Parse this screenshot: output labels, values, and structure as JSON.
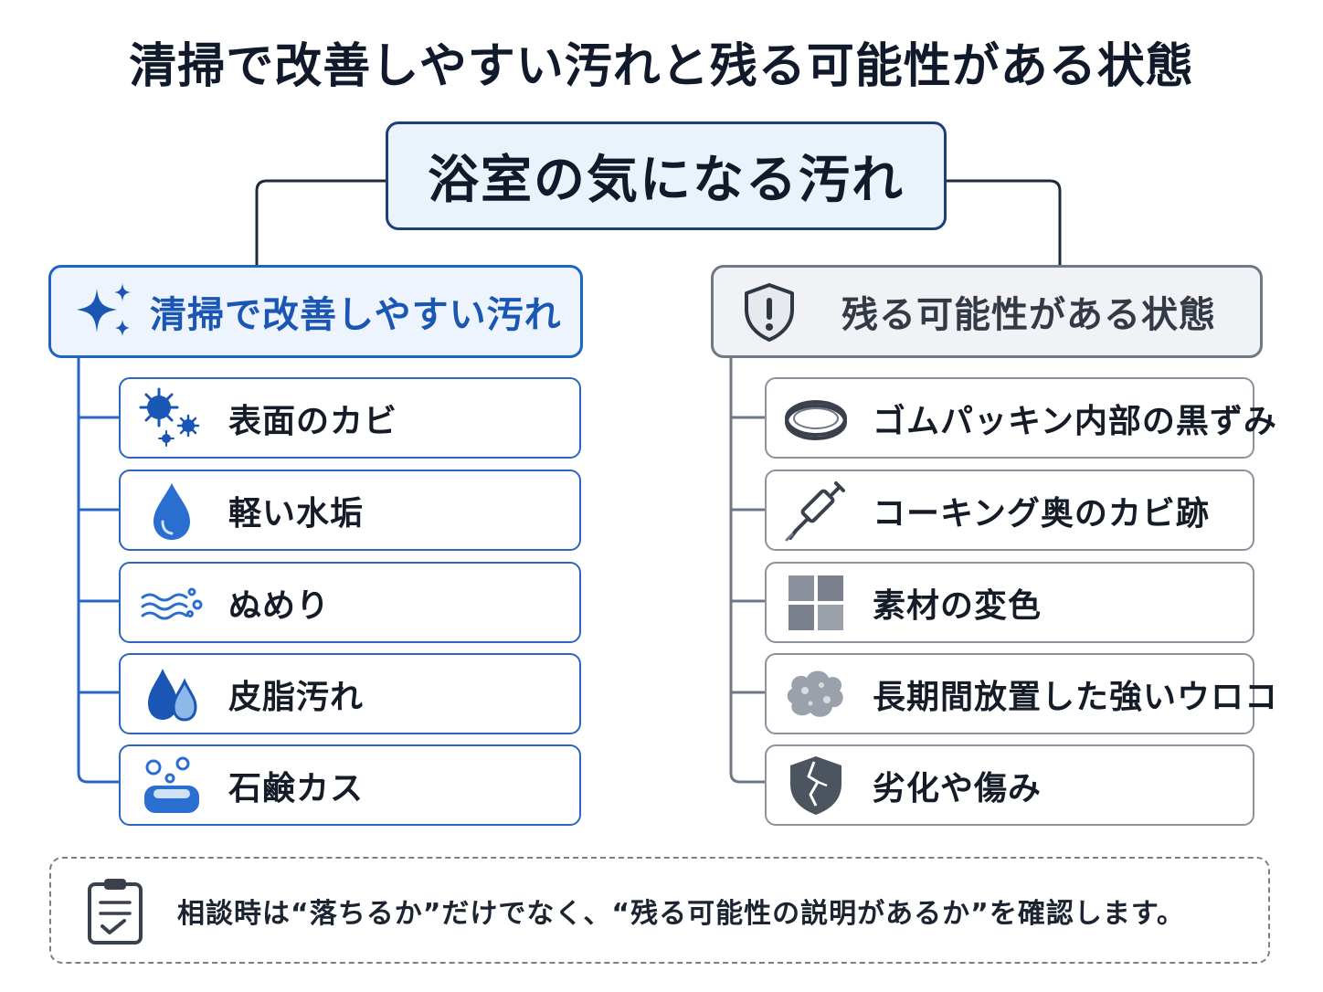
{
  "title": "清掃で改善しやすい汚れと残る可能性がある状態",
  "root": {
    "label": "浴室の気になる汚れ"
  },
  "left_category": {
    "label": "清掃で改善しやすい汚れ",
    "icon": "sparkle-icon",
    "color": "#1e63c6",
    "items": [
      {
        "label": "表面のカビ",
        "icon": "mold-spores-icon"
      },
      {
        "label": "軽い水垢",
        "icon": "water-drop-icon"
      },
      {
        "label": "ぬめり",
        "icon": "slime-waves-icon"
      },
      {
        "label": "皮脂汚れ",
        "icon": "oil-drops-icon"
      },
      {
        "label": "石鹸カス",
        "icon": "soap-bubbles-icon"
      }
    ]
  },
  "right_category": {
    "label": "残る可能性がある状態",
    "icon": "shield-alert-icon",
    "color": "#6f7886",
    "items": [
      {
        "label": "ゴムパッキン内部の黒ずみ",
        "icon": "rubber-ring-icon"
      },
      {
        "label": "コーキング奥のカビ跡",
        "icon": "caulking-gun-icon"
      },
      {
        "label": "素材の変色",
        "icon": "tiles-icon"
      },
      {
        "label": "長期間放置した強いウロコ",
        "icon": "scale-deposit-icon"
      },
      {
        "label": "劣化や傷み",
        "icon": "cracked-shield-icon"
      }
    ]
  },
  "note": {
    "text": "相談時は“落ちるか”だけでなく、“残る可能性の説明があるか”を確認します。",
    "icon": "clipboard-check-icon"
  }
}
